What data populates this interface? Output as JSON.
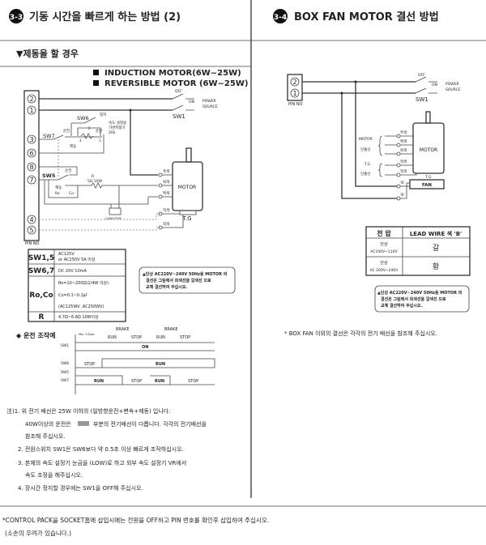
{
  "left": {
    "badge": "3-3",
    "title": "기동 시간을 빠르게 하는 방법 (2)",
    "subtitle": "▼제동을 할 경우",
    "motor_types": [
      "INDUCTION MOTOR(6W~25W)",
      "REVERSIBLE MOTOR (6W~25W)"
    ],
    "diagram": {
      "pins": [
        "2",
        "1",
        "3",
        "6",
        "8",
        "7",
        "4",
        "5"
      ],
      "pin_no": "PIN NO",
      "sw1": "SW1",
      "off": "OFF",
      "on": "ON",
      "power": "POWER",
      "source": "SOURCE",
      "sw6": "SW6",
      "sw7": "SW7",
      "sw5": "SW5",
      "stop_k": "정지",
      "run_k": "운전",
      "brake_k": "제동",
      "vr_note": [
        "속도 설정용",
        "가변저항기",
        "20k"
      ],
      "vr_pins": [
        "3",
        "2",
        "1"
      ],
      "r_label": "R",
      "r_value": "5Ω 10W",
      "ro": "Ro",
      "co": "Co",
      "capacitor": "CAPACITOR",
      "motor": "MOTOR",
      "tg": "T.G",
      "wires": [
        "흑색",
        "회색",
        "백색",
        "적색",
        "적색"
      ]
    },
    "spec_table": [
      {
        "name": "SW1,5",
        "lines": [
          "AC125V",
          "or AC250V   5A 이상"
        ]
      },
      {
        "name": "SW6,7",
        "lines": [
          "DC 20V 10mA"
        ]
      },
      {
        "name": "Ro,Co",
        "lines": [
          "Ro=10~200Ω(1/4W 이상)",
          "Co=0.1~0.2㎌",
          "(AC125WV ,AC250WV)"
        ]
      },
      {
        "name": "R",
        "lines": [
          "4.7Ω~6.8Ω    10W이상"
        ]
      }
    ],
    "warning": [
      "▲단상 AC220V~240V 50Hz용 MOTOR 의",
      "결선은 그림에서 회색선을 갈색선 으로",
      "교체 결선하여 주십시오."
    ],
    "timing": {
      "title": "◆ 운전 조작예",
      "min": "Min. 0.5sec",
      "brake": "BRAKE",
      "phases": [
        "RUN",
        "STOP",
        "RUN",
        "STOP"
      ],
      "rows": [
        "SW1",
        "SW6",
        "SW5",
        "SW7"
      ],
      "sw1_state": "ON",
      "sw6_states": [
        "STOP",
        "RUN"
      ],
      "sw7_states": [
        "RUN",
        "STOP",
        "RUN",
        "STOP"
      ]
    },
    "notes": [
      "注)1. 위 전기 배선은 25W 이하의 (일방향운전+변속+제동) 입니다.",
      "40W이상의 운전은",
      "부분의 전기배선이 다릅니다. 각각의 전기배선을",
      "참조해 주십시오.",
      "2. 전원스위치 SW1은 SW6보다 약 0.5초 이상 빠르게 조작하십시오.",
      "3. 본체의 속도 설정기 눈금을 (LOW)로 하고 외부 속도 설정기 VR에서",
      "속도 조정을 해주십시오.",
      "4. 장시간 정지할 경우에는 SW1을 OFF해 주십시오."
    ]
  },
  "right": {
    "badge": "3-4",
    "title": "BOX FAN MOTOR 결선 방법",
    "diagram": {
      "pins": [
        "2",
        "1"
      ],
      "pin_no": "PIN NO",
      "sw1": "SW1",
      "off": "OFF",
      "on": "ON",
      "power": "POWER",
      "source": "SOURCE",
      "motor_lead": [
        "MOTOR",
        "인출선"
      ],
      "tg_lead": [
        "T.G",
        "인출선"
      ],
      "wires": [
        "흑색",
        "백색",
        "회색",
        "적색",
        "적색",
        "'B'",
        "'B'"
      ],
      "motor": "MOTOR",
      "tg": "T.G",
      "fan": "FAN"
    },
    "table": {
      "headers": [
        "전 압",
        "LEAD WIRE 색 'B'"
      ],
      "rows": [
        {
          "v1": "단상",
          "v2": "AC100V~110V",
          "color": "갈"
        },
        {
          "v1": "단상",
          "v2": "AC 200V~240V",
          "color": "황"
        }
      ]
    },
    "warning": [
      "▲단상 AC220V~240V 50Hz용 MOTOR 의",
      "결선은 그림에서 회색선을 갈색선 으로",
      "교체 결선하여 주십시오."
    ],
    "note": "* BOX FAN 이외의 결선은 각각의 전기 배선을 참조해 주십시오."
  },
  "footer": [
    "*CONTROL PACK을 SOCKET홈에 삽입시에는 전원을 OFF하고 PIN 번호를 확인후 삽입하여 주십시오.",
    "(소손의 우려가 있습니다.)"
  ]
}
